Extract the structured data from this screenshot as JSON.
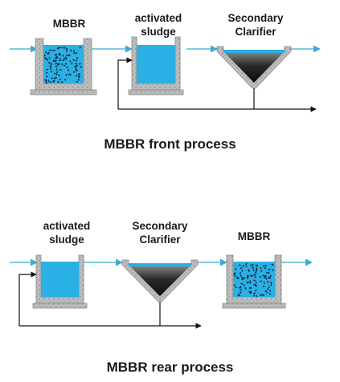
{
  "diagrams": [
    {
      "caption": "MBBR front process",
      "units": [
        {
          "type": "mbbr",
          "label": [
            "MBBR"
          ]
        },
        {
          "type": "activated-sludge",
          "label": [
            "activated",
            "sludge"
          ]
        },
        {
          "type": "secondary-clarifier",
          "label": [
            "Secondary",
            "Clarifier"
          ]
        }
      ]
    },
    {
      "caption": "MBBR rear process",
      "units": [
        {
          "type": "activated-sludge",
          "label": [
            "activated",
            "sludge"
          ]
        },
        {
          "type": "secondary-clarifier",
          "label": [
            "Secondary",
            "Clarifier"
          ]
        },
        {
          "type": "mbbr",
          "label": [
            "MBBR"
          ]
        }
      ]
    }
  ],
  "colors": {
    "water": "#2ab0e4",
    "flow_line": "#5ab8d8",
    "concrete": "#b9b9b9",
    "sludge": "#1c1c1c",
    "return_line": "#111111",
    "carrier_dots": "#121a2e"
  }
}
